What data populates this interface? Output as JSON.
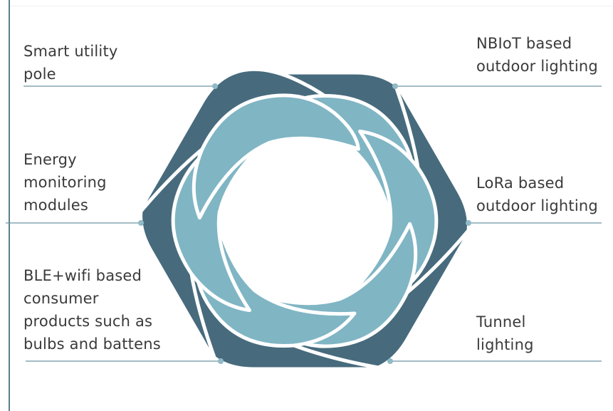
{
  "colors": {
    "outer_petal": "#476b7d",
    "inner_petal": "#80b5c4",
    "leader_line": "#6e95a5",
    "dot": "#8fbac6",
    "label_text": "#3a3a3a"
  },
  "labels": [
    {
      "id": "smart-utility-pole",
      "text": "Smart utility\npole"
    },
    {
      "id": "energy-monitoring-modules",
      "text": "Energy\nmonitoring\nmodules"
    },
    {
      "id": "ble-wifi-consumer-products",
      "text": "BLE+wifi based\nconsumer\nproducts such as\nbulbs and battens"
    },
    {
      "id": "nbiot-outdoor-lighting",
      "text": "NBIoT based\noutdoor lighting"
    },
    {
      "id": "lora-outdoor-lighting",
      "text": "LoRa based\noutdoor lighting"
    },
    {
      "id": "tunnel-lighting",
      "text": "Tunnel\nlighting"
    }
  ]
}
